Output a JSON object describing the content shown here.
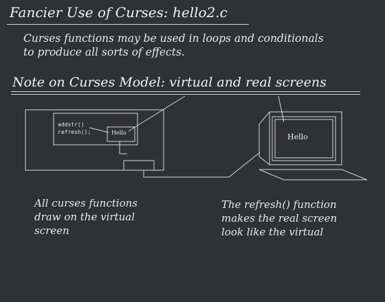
{
  "title": "Fancier Use of Curses: hello2.c",
  "intro": {
    "line1": "Curses functions may be used in loops and conditionals",
    "line2": "to produce all sorts of effects."
  },
  "note_title": "Note on Curses Model: virtual and real screens",
  "virtual_screen": {
    "code_line1": "addstr()",
    "code_line2": "refresh();",
    "hello": "Hello"
  },
  "real_screen": {
    "hello": "Hello"
  },
  "captions": {
    "left": [
      "All curses functions",
      "draw on the virtual",
      "screen"
    ],
    "right": [
      "The refresh() function",
      "makes the real screen",
      "look like the virtual"
    ]
  },
  "colors": {
    "background": "#2f3038",
    "foreground": "#eeeeee"
  }
}
